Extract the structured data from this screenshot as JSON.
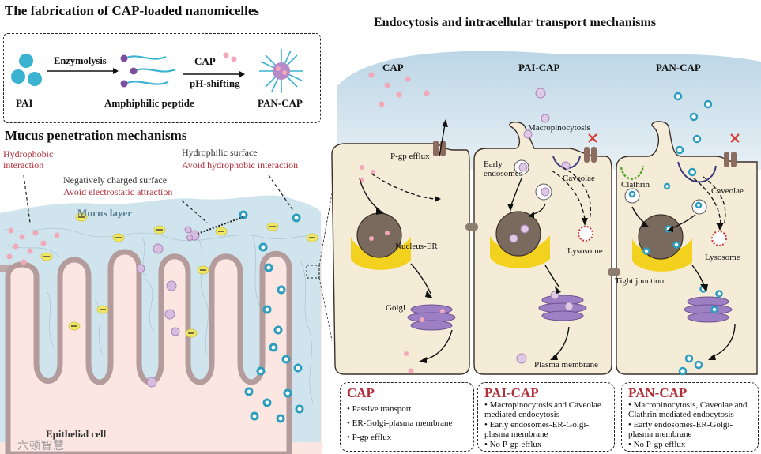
{
  "fabrication": {
    "title": "The fabrication of CAP-loaded nanomicelles",
    "pai": "PAI",
    "enzymolysis": "Enzymolysis",
    "amphiphilic": "Amphiphilic peptide",
    "cap": "CAP",
    "ph_shifting": "pH-shifting",
    "pan_cap": "PAN-CAP"
  },
  "mucus": {
    "title": "Mucus penetration mechanisms",
    "hydrophobic": "Hydrophobic\ninteraction",
    "neg_surface": "Negatively charged surface",
    "avoid_electro": "Avoid electrostatic attraction",
    "hydrophilic": "Hydrophilic surface",
    "avoid_hydrophobic": "Avoid hydrophobic interaction",
    "mucus_layer": "Mucus layer",
    "epithelial": "Epithelial cell"
  },
  "endo": {
    "title": "Endocytosis and intracellular transport mechanisms",
    "col_cap": "CAP",
    "col_pai": "PAI-CAP",
    "col_pan": "PAN-CAP",
    "pgp": "P-gp efflux",
    "macro": "Macropinocytosis",
    "early": "Early\nendosomes",
    "caveolae": "Caveolae",
    "caveolae2": "Caveolae",
    "clathrin": "Clathrin",
    "nucleus": "Nucleus-ER",
    "golgi": "Golgi",
    "lysosome": "Lysosome",
    "lysosome2": "Lysosome",
    "tight": "Tight junction",
    "plasma": "Plasma membrane"
  },
  "legends": [
    {
      "title": "CAP",
      "lines": [
        "•  Passive transport",
        "•  ER-Golgi-plasma membrane",
        "•  P-gp efflux"
      ]
    },
    {
      "title": "PAI-CAP",
      "lines": [
        "•  Macropinocytosis and Caveolae",
        "   mediated endocytosis",
        "•  Early endosomes-ER-Golgi-",
        "   plasma membrane",
        "•  No  P-gp efflux"
      ]
    },
    {
      "title": "PAN-CAP",
      "lines": [
        "•  Macropinocytosis, Caveolae and",
        "   Clathrin mediated endocytosis",
        "•  Early endosomes-ER-Golgi-",
        "   plasma membrane",
        "•  No  P-gp efflux"
      ]
    }
  ],
  "watermark": "六顿智慧",
  "colors": {
    "red_text": "#b0303a",
    "cell_fill": "#f5ecd8",
    "mucus_fill": "#cfe4ec",
    "nucleus": "#7a6a5e",
    "er_yellow": "#f3d21f",
    "golgi": "#9d7fc4",
    "cyan_particle": "#3aa7c4",
    "pink_particle": "#f0a7b6"
  }
}
